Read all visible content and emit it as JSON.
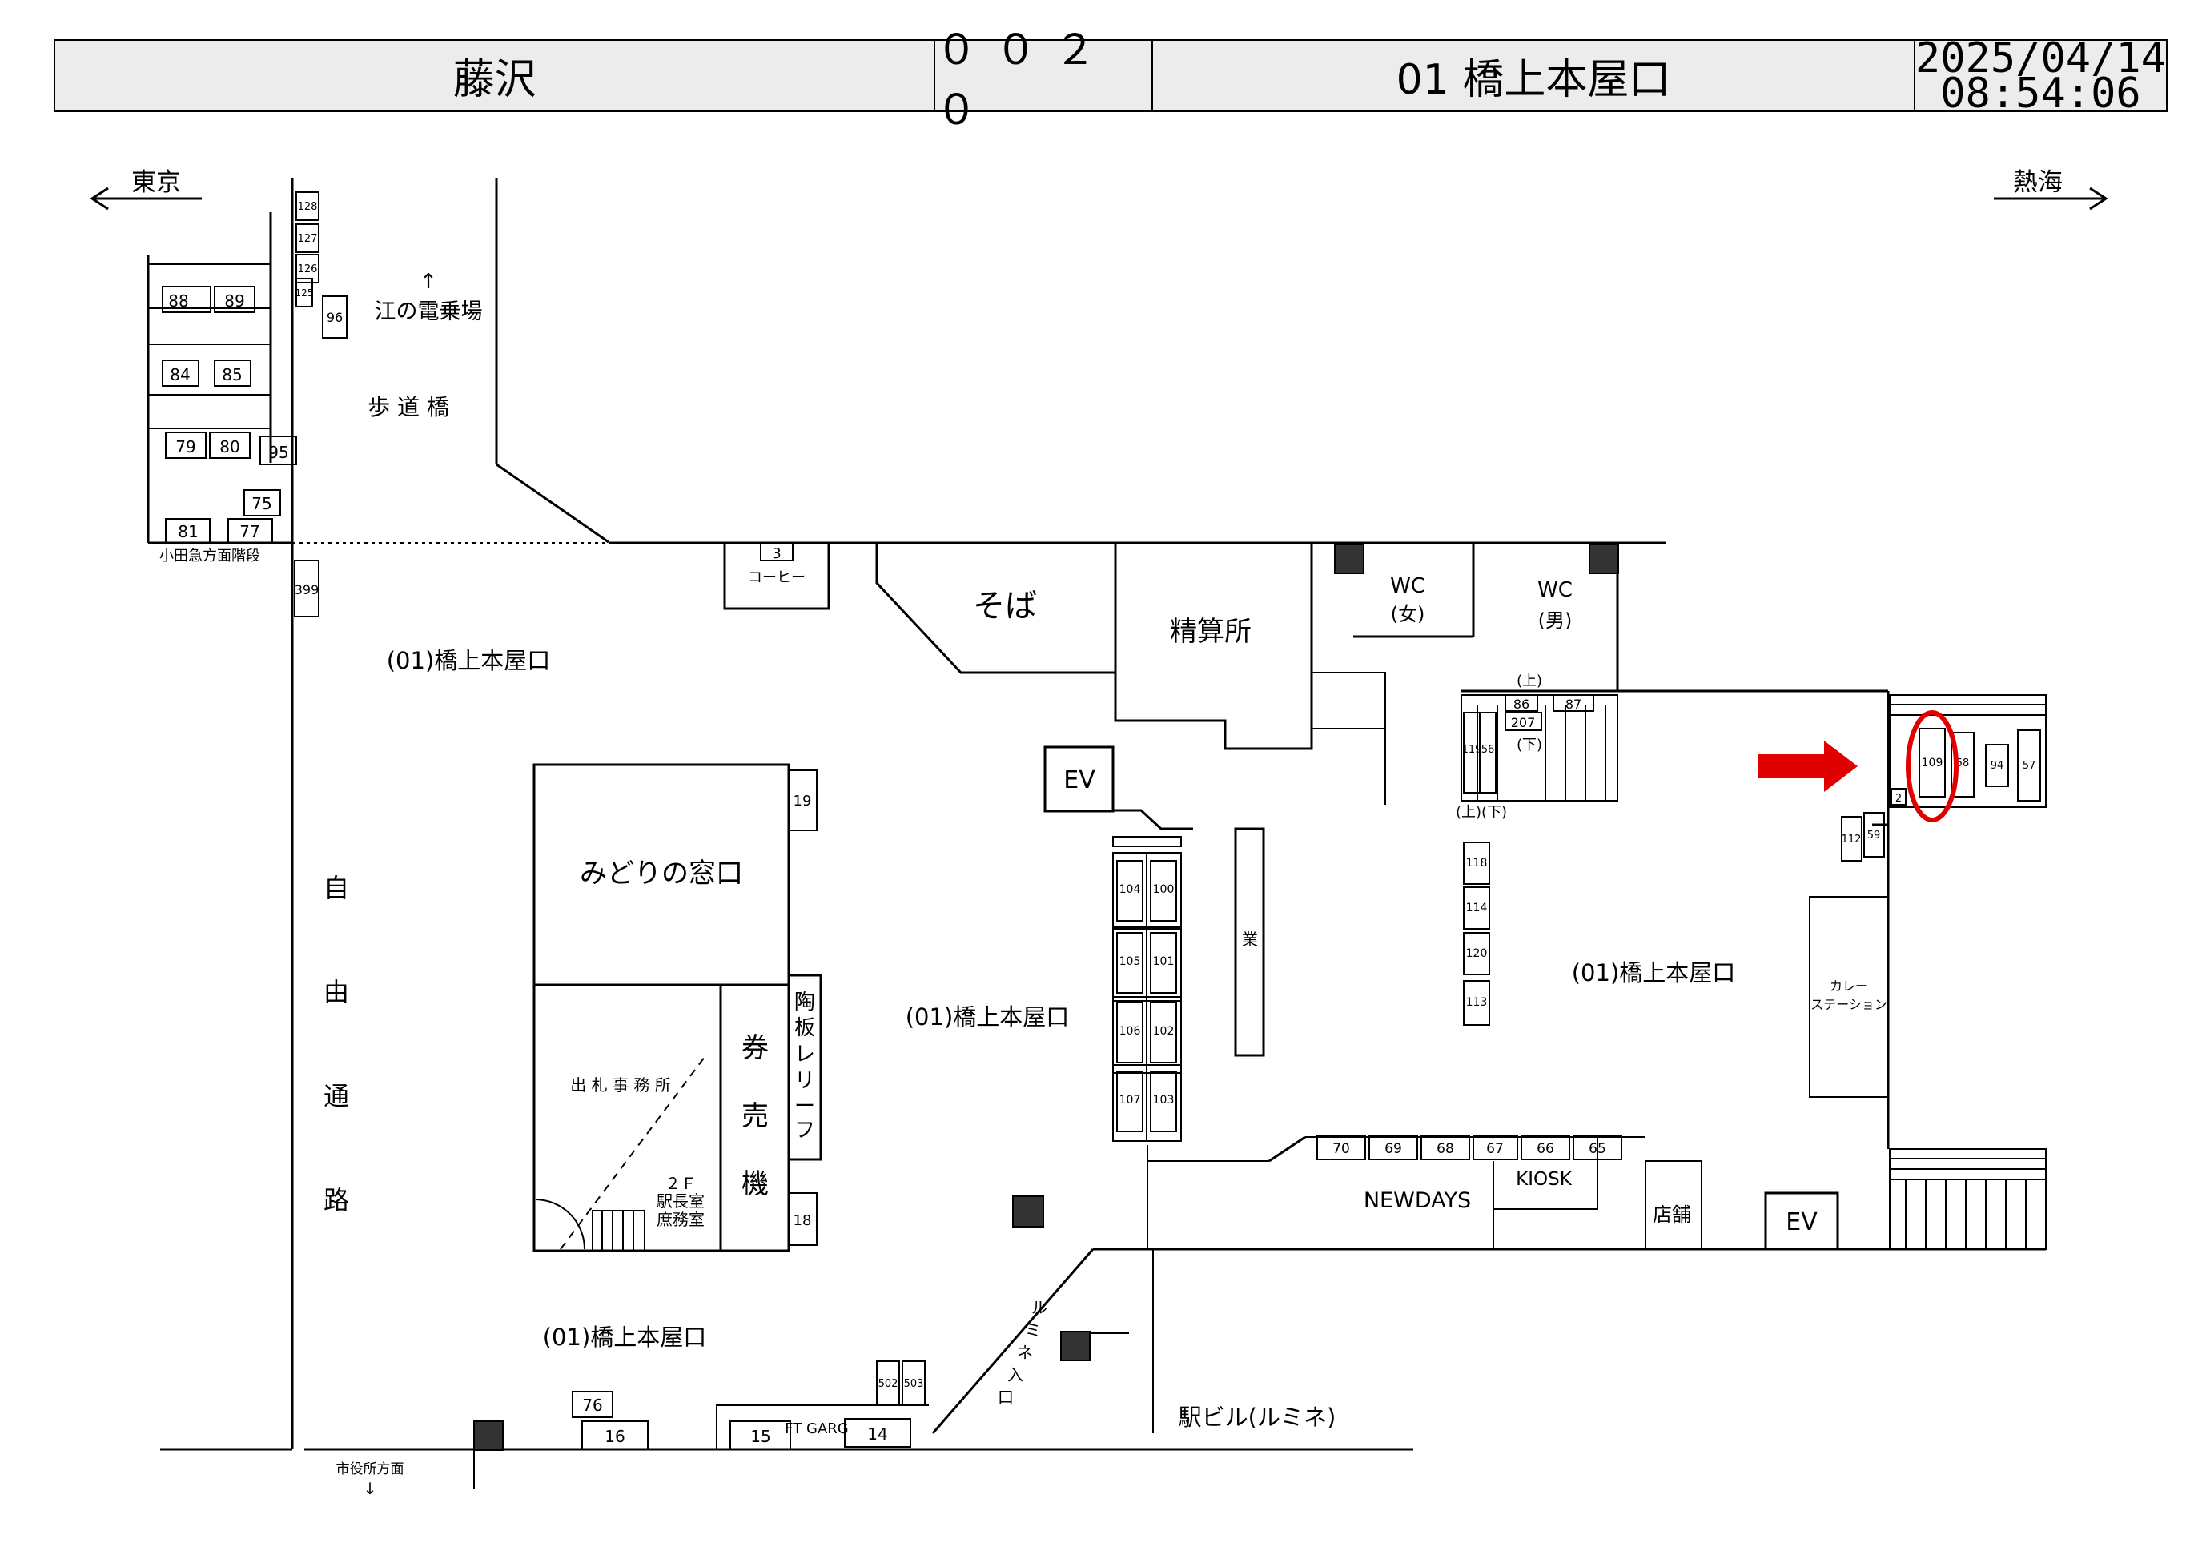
{
  "header": {
    "station": "藤沢",
    "code": "００２０",
    "exit": "01  橋上本屋口",
    "date": "2025/04/14",
    "time": "08:54:06"
  },
  "directions": {
    "left": "東京",
    "right": "熱海",
    "enoden_arrow": "↑",
    "enoden": "江の電乗場",
    "city_hall": "市役所方面",
    "city_hall_arrow": "↓"
  },
  "areas": {
    "footbridge": "歩 道 橋",
    "odakyu_stairs": "小田急方面階段",
    "free_passage": [
      "自",
      "由",
      "通",
      "路"
    ],
    "concourse_label": "(01)橋上本屋口",
    "coffee": "コーヒー",
    "soba": "そば",
    "fare_adjust": "精算所",
    "wc_female": "WC",
    "wc_female_sub": "(女)",
    "wc_male": "WC",
    "wc_male_sub": "(男)",
    "ev": "EV",
    "midori": "みどりの窓口",
    "ticket_office": "出 札 事 務 所",
    "floor2": "２Ｆ",
    "stationmaster": "駅長室",
    "general_affairs": "庶務室",
    "ticket_machine": [
      "券",
      "売",
      "機"
    ],
    "porcelain_relief": [
      "陶",
      "板",
      "レ",
      "リ",
      "ー",
      "フ"
    ],
    "newdays": "NEWDAYS",
    "kiosk": "KIOSK",
    "store": "店舗",
    "curry_1": "カレー",
    "curry_2": "ステーション",
    "work": "業",
    "lumine_entrance": [
      "ル",
      "ミ",
      "ネ",
      "入",
      "口"
    ],
    "station_bldg": "駅ビル(ルミネ)",
    "garden": "FT GARG",
    "up": "(上)",
    "down": "(下)",
    "updown": "(上)(下)"
  },
  "board_numbers": {
    "b88": "88",
    "b89": "89",
    "b84": "84",
    "b85": "85",
    "b79": "79",
    "b80": "80",
    "b95": "95",
    "b75": "75",
    "b81": "81",
    "b77": "77",
    "b96": "96",
    "b125": "125",
    "b126": "126",
    "b127": "127",
    "b128": "128",
    "b399": "399",
    "b3": "3",
    "b19": "19",
    "b18": "18",
    "b104": "104",
    "b100": "100",
    "b105": "105",
    "b101": "101",
    "b106": "106",
    "b102": "102",
    "b107": "107",
    "b103": "103",
    "b86": "86",
    "b87": "87",
    "b207": "207",
    "b119": "119",
    "b56": "56",
    "b118": "118",
    "b114": "114",
    "b120": "120",
    "b113": "113",
    "b109": "109",
    "b58": "58",
    "b94": "94",
    "b57": "57",
    "b112": "112",
    "b59": "59",
    "b2": "2",
    "b70": "70",
    "b69": "69",
    "b68": "68",
    "b67": "67",
    "b66": "66",
    "b65": "65",
    "b76": "76",
    "b16": "16",
    "b15": "15",
    "b14": "14",
    "b502": "502",
    "b503": "503"
  },
  "highlight": {
    "target_board": "109",
    "marker_color": "#e00000"
  }
}
